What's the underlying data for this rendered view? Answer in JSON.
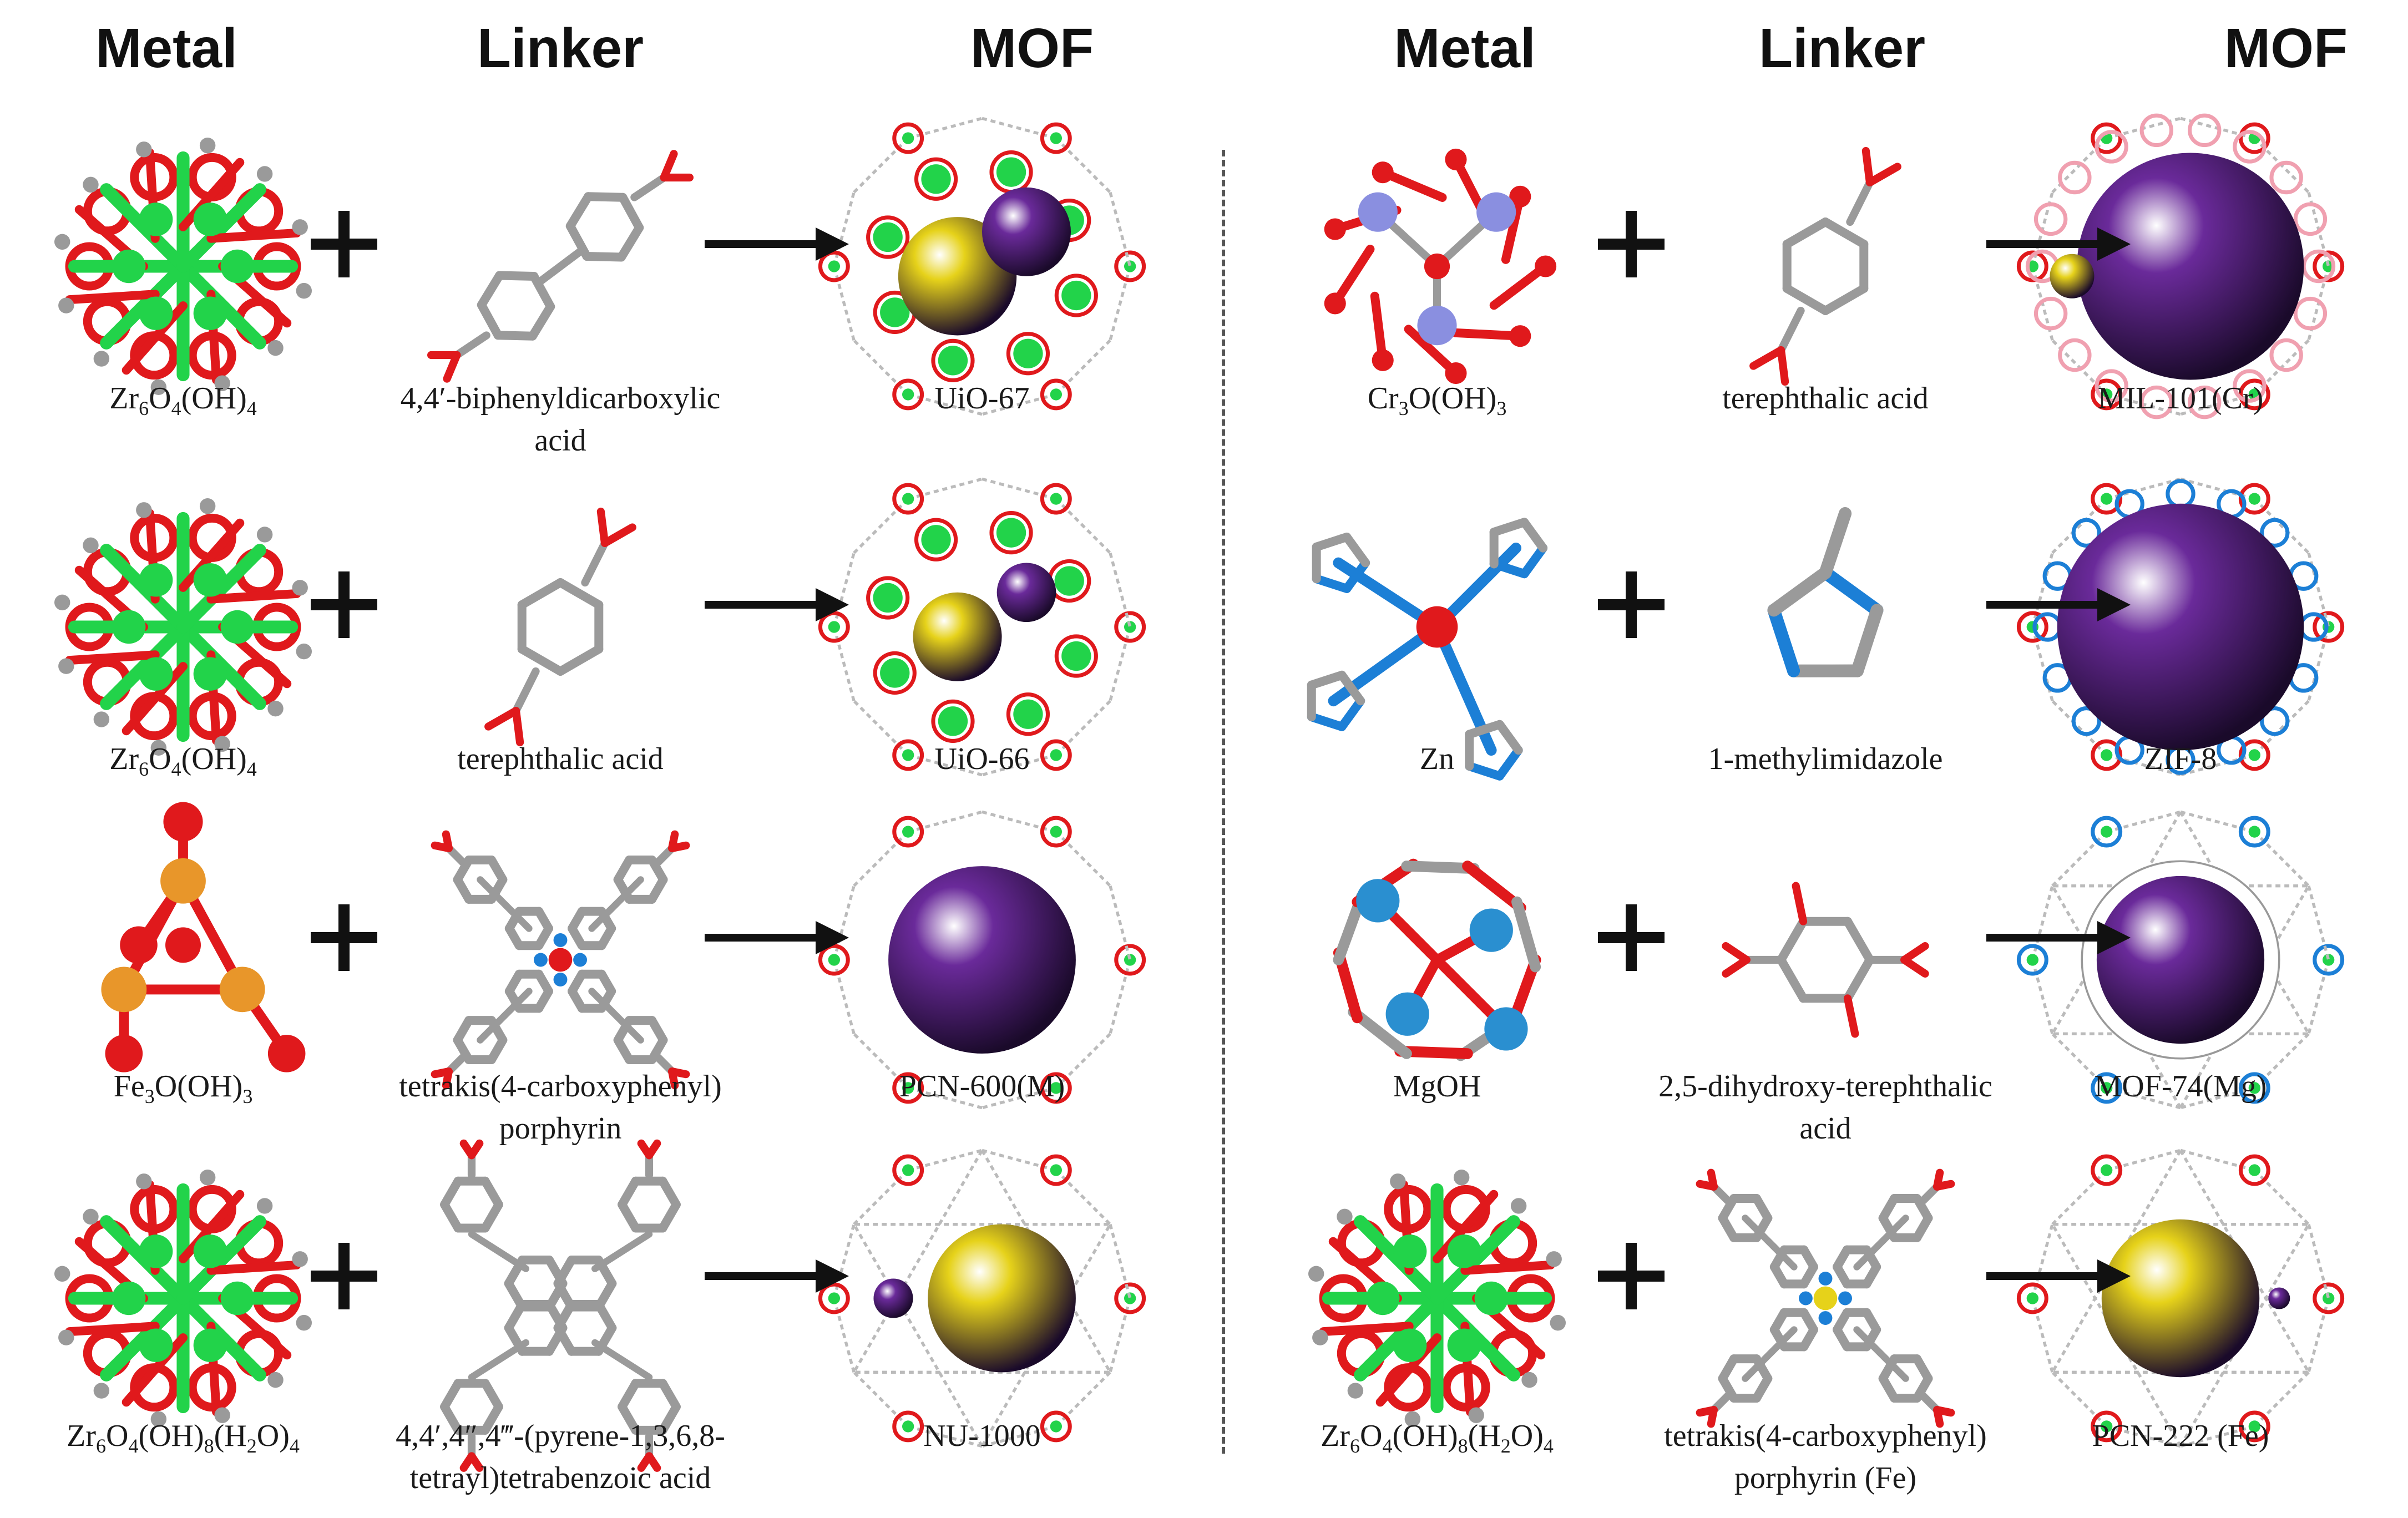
{
  "headers": {
    "left": [
      "Metal",
      "Linker",
      "MOF"
    ],
    "right": [
      "Metal",
      "Linker",
      "MOF"
    ]
  },
  "left_rows": [
    {
      "metal": "Zr6O4(OH)4",
      "linker": "4,4′-biphenyldicarboxylic\nacid",
      "mof": "UiO-67"
    },
    {
      "metal": "Zr6O4(OH)4",
      "linker": "terephthalic acid",
      "mof": "UiO-66"
    },
    {
      "metal": "Fe3O(OH)3",
      "linker": "tetrakis(4-carboxyphenyl)\nporphyrin",
      "mof": "PCN-600(M)"
    },
    {
      "metal": "Zr6O4(OH)8(H2O)4",
      "linker": "4,4′,4″,4‴-(pyrene-1,3,6,8-\ntetrayl)tetrabenzoic acid",
      "mof": "NU-1000"
    }
  ],
  "right_rows": [
    {
      "metal": "Cr3O(OH)3",
      "linker": "terephthalic acid",
      "mof": "MIL-101(Cr)"
    },
    {
      "metal": "Zn",
      "linker": "1-methylimidazole",
      "mof": "ZIF-8"
    },
    {
      "metal": "MgOH",
      "linker": "2,5-dihydroxy-terephthalic\nacid",
      "mof": "MOF-74(Mg)"
    },
    {
      "metal": "Zr6O4(OH)8(H2O)4",
      "linker": "tetrakis(4-carboxyphenyl)\nporphyrin (Fe)",
      "mof": "PCN-222 (Fe)"
    }
  ],
  "colors": {
    "oxygen": "#e0191c",
    "zirconium": "#22d34a",
    "carbon": "#9a9a9a",
    "iron": "#e8962a",
    "chromium": "#8a8fe0",
    "nitrogen": "#1c7fd6",
    "magnesium": "#2a8fd0",
    "pore_purple": "#6a2a9a",
    "pore_yellow": "#e6d21a"
  }
}
